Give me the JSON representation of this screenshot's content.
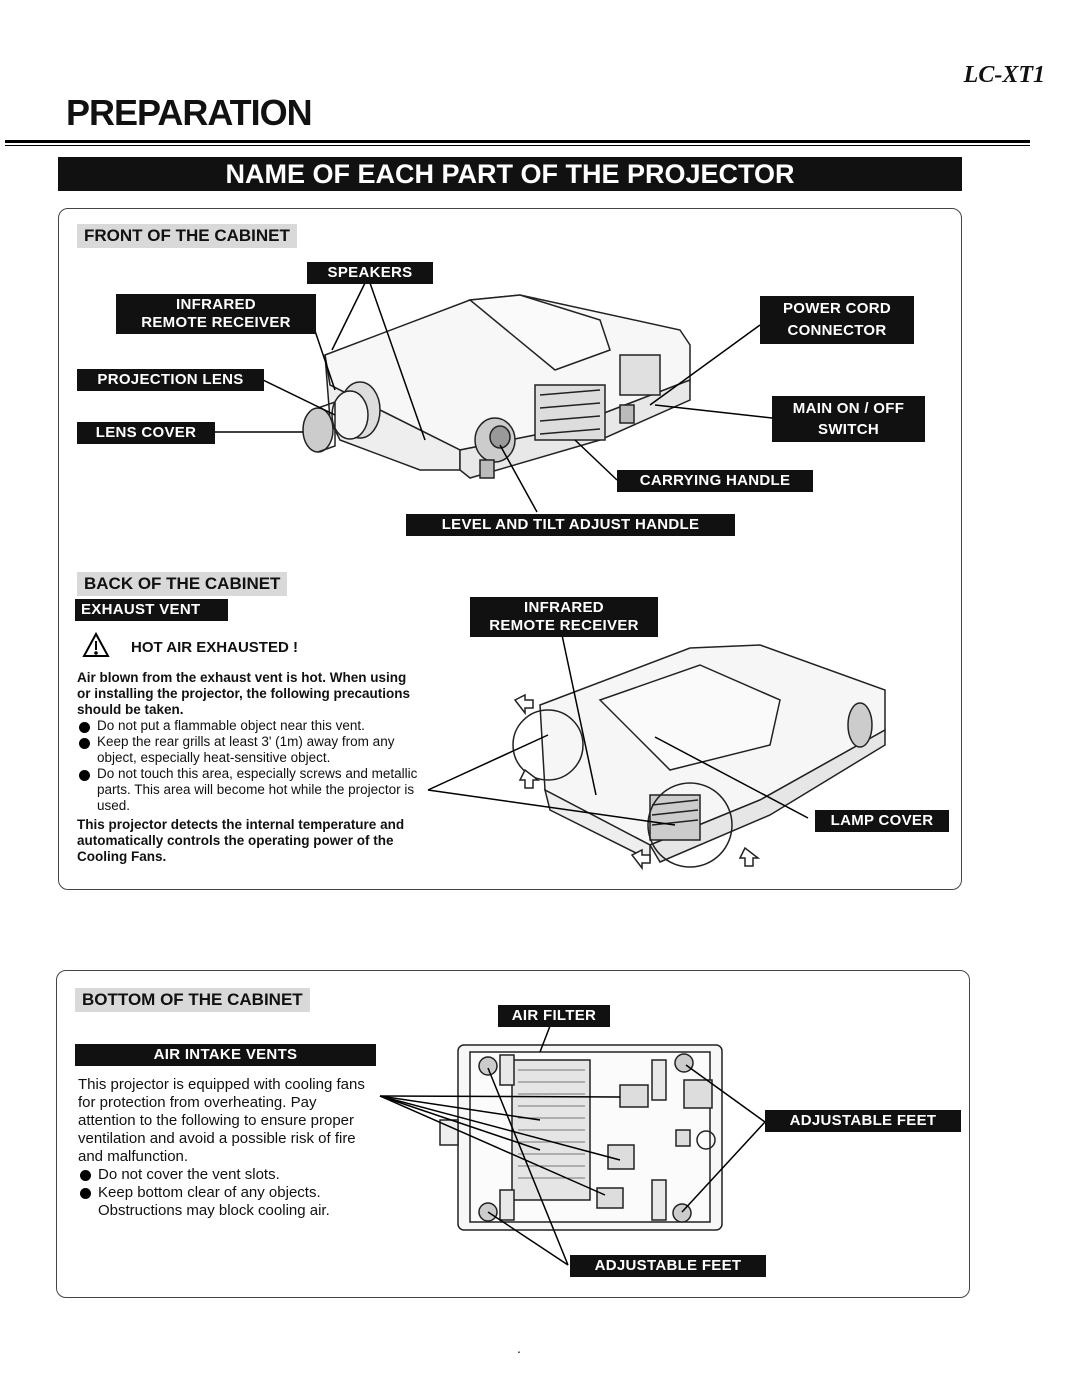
{
  "model": "LC-XT1",
  "title": "PREPARATION",
  "banner": "NAME OF EACH PART OF THE PROJECTOR",
  "front": {
    "heading": "FRONT OF THE CABINET",
    "labels": {
      "speakers": "SPEAKERS",
      "infrared_1": "INFRARED",
      "infrared_2": "REMOTE RECEIVER",
      "projection_lens": "PROJECTION LENS",
      "lens_cover": "LENS COVER",
      "power_cord_1": "POWER CORD",
      "power_cord_2": "CONNECTOR",
      "main_switch_1": "MAIN ON / OFF",
      "main_switch_2": "SWITCH",
      "carrying_handle": "CARRYING HANDLE",
      "level_tilt": "LEVEL AND TILT ADJUST  HANDLE"
    }
  },
  "back": {
    "heading": "BACK OF THE CABINET",
    "exhaust_vent": "EXHAUST VENT",
    "warning_title": "HOT AIR EXHAUSTED !",
    "intro": "Air blown from the exhaust vent is hot. When using or installing the projector, the following precautions should be taken.",
    "bullets": [
      "Do not put a flammable object near this vent.",
      "Keep the rear grills at least 3' (1m) away from any object, especially heat-sensitive object.",
      "Do not touch this area, especially screws and metallic parts.  This area will become hot while the projector is used."
    ],
    "closing": "This projector detects the internal temperature and automatically controls the operating power of the Cooling Fans.",
    "infrared_1": "INFRARED",
    "infrared_2": "REMOTE RECEIVER",
    "lamp_cover": "LAMP COVER"
  },
  "bottom": {
    "heading": "BOTTOM OF THE CABINET",
    "air_filter": "AIR FILTER",
    "intake_title": "AIR INTAKE VENTS",
    "intake_text": "This projector is equipped with cooling fans for protection from overheating. Pay attention to the following to ensure proper ventilation and avoid a possible risk of fire and malfunction.",
    "bullets": [
      "Do not cover the vent slots.",
      "Keep bottom clear of any objects. Obstructions may block cooling air."
    ],
    "adjustable_feet_right": "ADJUSTABLE FEET",
    "adjustable_feet_bottom": "ADJUSTABLE FEET"
  },
  "footer_mark": "."
}
